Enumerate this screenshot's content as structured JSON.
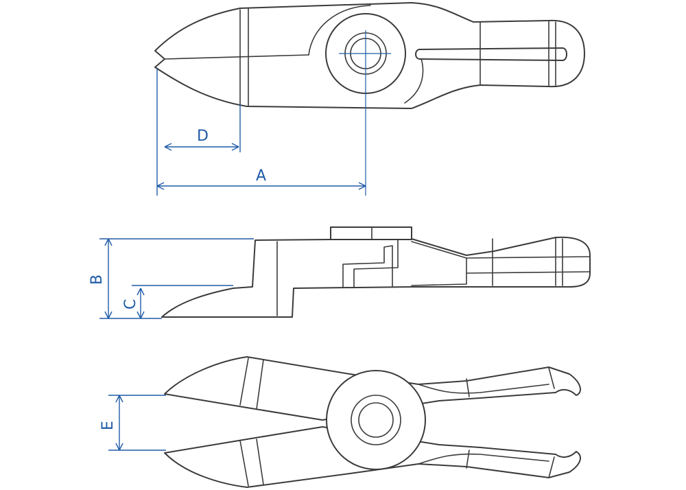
{
  "colors": {
    "outline": "#3a3a3a",
    "dimension": "#1f5aa6",
    "background": "#ffffff"
  },
  "dimensions": {
    "A": "A",
    "B": "B",
    "C": "C",
    "D": "D",
    "E": "E"
  }
}
